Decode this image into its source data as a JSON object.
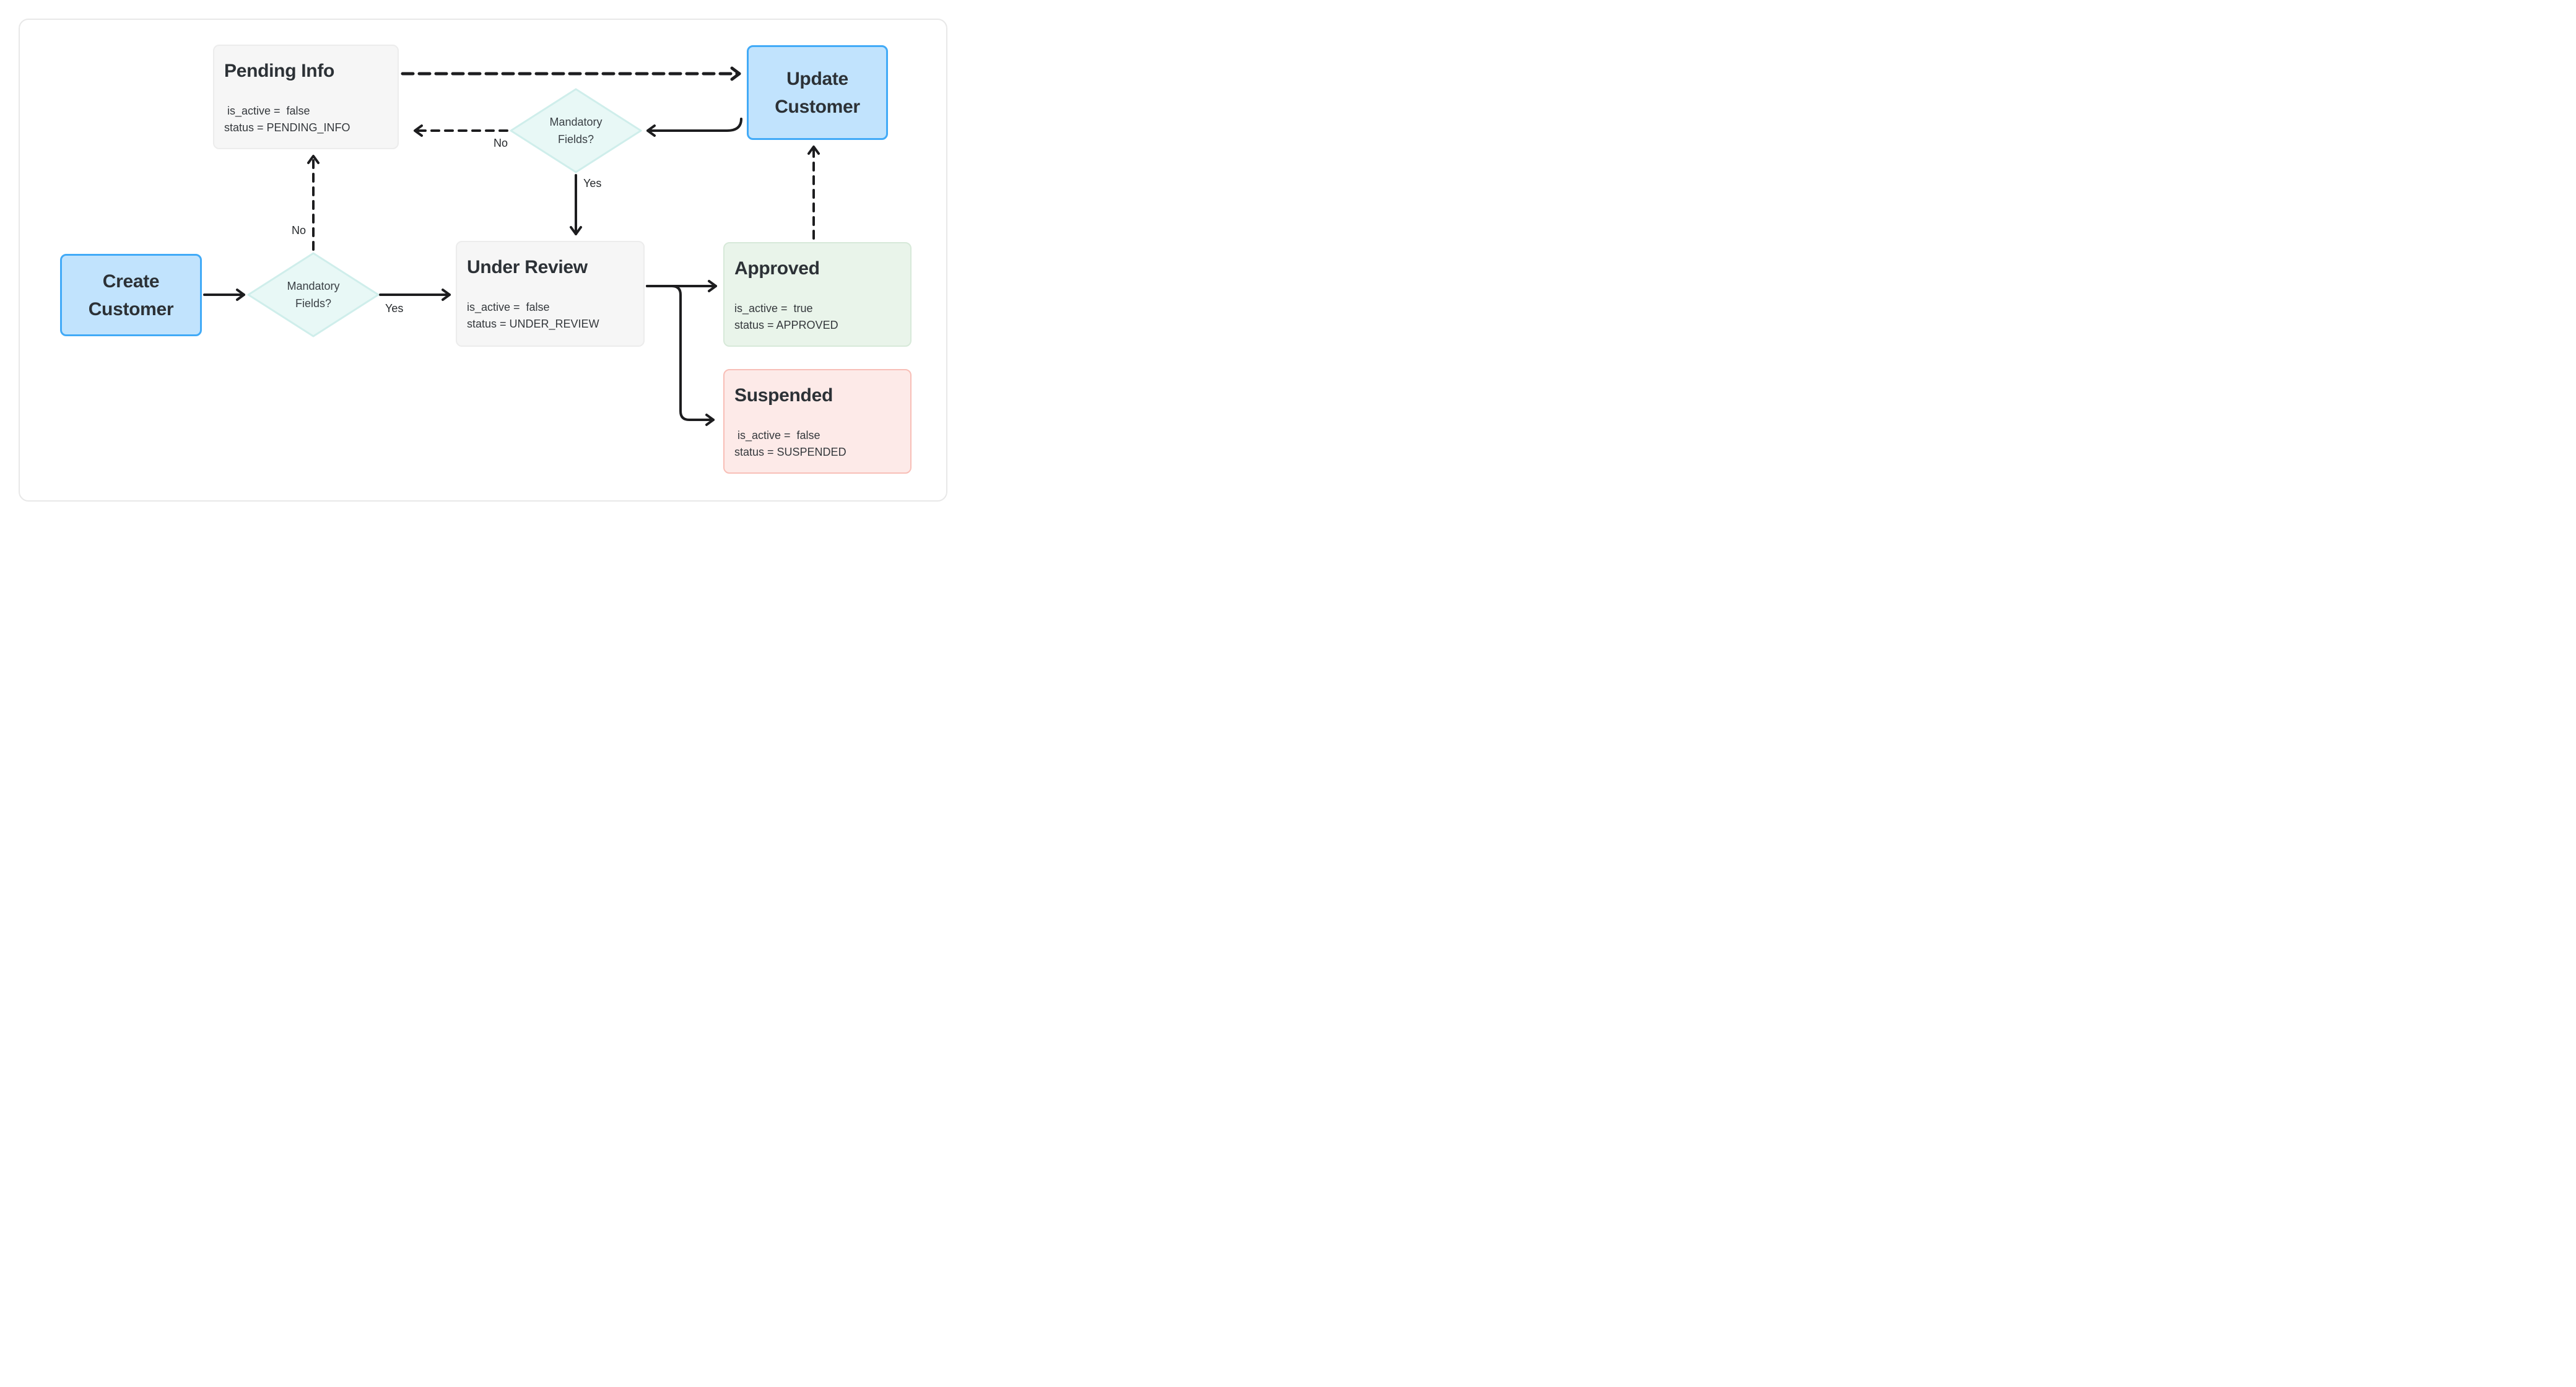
{
  "diagram": {
    "nodes": {
      "create_customer": {
        "type": "process",
        "title_line1": "Create",
        "title_line2": "Customer"
      },
      "update_customer": {
        "type": "process",
        "title_line1": "Update",
        "title_line2": "Customer"
      },
      "pending_info": {
        "type": "state",
        "title": "Pending Info",
        "attr1": " is_active =  false",
        "attr2": "status = PENDING_INFO"
      },
      "under_review": {
        "type": "state",
        "title": "Under Review",
        "attr1": "is_active =  false",
        "attr2": "status = UNDER_REVIEW"
      },
      "approved": {
        "type": "state",
        "title": "Approved",
        "attr1": "is_active =  true",
        "attr2": "status = APPROVED"
      },
      "suspended": {
        "type": "state",
        "title": "Suspended",
        "attr1": " is_active =  false",
        "attr2": "status = SUSPENDED"
      },
      "decision_top": {
        "type": "decision",
        "line1": "Mandatory",
        "line2": "Fields?"
      },
      "decision_bottom": {
        "type": "decision",
        "line1": "Mandatory",
        "line2": "Fields?"
      }
    },
    "edge_labels": {
      "bottom_decision_no": "No",
      "bottom_decision_yes": "Yes",
      "top_decision_no": "No",
      "top_decision_yes": "Yes"
    },
    "edges": [
      "Create Customer -> Mandatory Fields? (solid)",
      "Mandatory Fields? -> Under Review (solid, Yes)",
      "Mandatory Fields? -> Pending Info (dashed, No)",
      "Pending Info -> Update Customer (dashed)",
      "Update Customer -> Mandatory Fields? top (solid)",
      "Mandatory Fields? top -> Pending Info (dashed, No)",
      "Mandatory Fields? top -> Under Review (solid, Yes)",
      "Under Review -> Approved (solid)",
      "Under Review -> Suspended (solid)",
      "Approved -> Update Customer (dashed)"
    ],
    "colors": {
      "canvas_border": "#e8e8e8",
      "process_fill": "#c1e3fd",
      "process_border": "#41aaf7",
      "state_fill": "#f6f6f6",
      "state_border": "#ececec",
      "decision_fill": "#e8f8f6",
      "decision_border": "#cfeeeb",
      "approved_fill": "#e9f4ea",
      "approved_border": "#d7e9d9",
      "suspended_fill": "#fdeae8",
      "suspended_border": "#f8bfb7",
      "connector": "#1d1d1f",
      "text": "#2c3136"
    }
  }
}
